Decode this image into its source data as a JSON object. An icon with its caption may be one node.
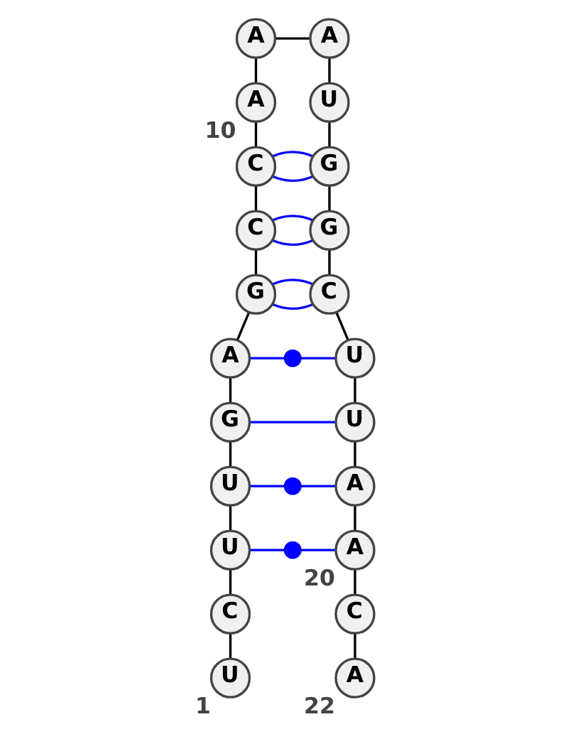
{
  "diagram": {
    "nodes": [
      {
        "text": [
          "U"
        ],
        "beside": [
          "1"
        ]
      },
      {
        "text": [
          "C"
        ]
      },
      {
        "text": [
          "U"
        ]
      },
      {
        "text": [
          "U"
        ]
      },
      {
        "text": [
          "G"
        ]
      },
      {
        "text": [
          "A"
        ]
      },
      {
        "text": [
          "G"
        ]
      },
      {
        "text": [
          "C"
        ]
      },
      {
        "text": [
          "C"
        ]
      },
      {
        "text": [
          "A"
        ],
        "beside": [
          "10"
        ]
      },
      {
        "text": [
          "A"
        ]
      },
      {
        "text": [
          "A"
        ]
      },
      {
        "text": [
          "U"
        ]
      },
      {
        "text": [
          "G"
        ]
      },
      {
        "text": [
          "G"
        ]
      },
      {
        "text": [
          "C"
        ]
      },
      {
        "text": [
          "U"
        ]
      },
      {
        "text": [
          "U"
        ]
      },
      {
        "text": [
          "A"
        ]
      },
      {
        "text": [
          "A"
        ],
        "beside": [
          "20"
        ]
      },
      {
        "text": [
          "C"
        ]
      },
      {
        "text": [
          "A"
        ],
        "beside": [
          "22"
        ]
      },
      {
        "text": [],
        "shape": "dot"
      },
      {
        "text": [],
        "shape": "dot"
      },
      {
        "text": [],
        "shape": "dot"
      }
    ],
    "edges": [
      {
        "from": 0,
        "to": 1,
        "arrow": "none"
      },
      {
        "from": 1,
        "to": 2,
        "arrow": "none"
      },
      {
        "from": 2,
        "to": 3,
        "arrow": "none"
      },
      {
        "from": 3,
        "to": 4,
        "arrow": "none"
      },
      {
        "from": 4,
        "to": 5,
        "arrow": "none"
      },
      {
        "from": 5,
        "to": 6,
        "arrow": "none"
      },
      {
        "from": 6,
        "to": 7,
        "arrow": "none"
      },
      {
        "from": 7,
        "to": 8,
        "arrow": "none"
      },
      {
        "from": 8,
        "to": 9,
        "arrow": "none"
      },
      {
        "from": 9,
        "to": 10,
        "arrow": "none"
      },
      {
        "from": 10,
        "to": 11,
        "arrow": "none"
      },
      {
        "from": 11,
        "to": 12,
        "arrow": "none"
      },
      {
        "from": 12,
        "to": 13,
        "arrow": "none"
      },
      {
        "from": 13,
        "to": 14,
        "arrow": "none"
      },
      {
        "from": 14,
        "to": 15,
        "arrow": "none"
      },
      {
        "from": 15,
        "to": 16,
        "arrow": "none"
      },
      {
        "from": 16,
        "to": 17,
        "arrow": "none"
      },
      {
        "from": 17,
        "to": 18,
        "arrow": "none"
      },
      {
        "from": 18,
        "to": 19,
        "arrow": "none"
      },
      {
        "from": 19,
        "to": 20,
        "arrow": "none"
      },
      {
        "from": 20,
        "to": 21,
        "arrow": "none"
      },
      {
        "from": 2,
        "to": 24,
        "arrow": "none",
        "color": "#0000ff"
      },
      {
        "from": 24,
        "to": 19,
        "arrow": "none",
        "color": "#0000ff"
      },
      {
        "from": 3,
        "to": 23,
        "arrow": "none",
        "color": "#0000ff"
      },
      {
        "from": 23,
        "to": 18,
        "arrow": "none",
        "color": "#0000ff"
      },
      {
        "from": 4,
        "to": 17,
        "arrow": "none",
        "color": "#0000ff"
      },
      {
        "from": 5,
        "to": 22,
        "arrow": "none",
        "color": "#0000ff"
      },
      {
        "from": 22,
        "to": 16,
        "arrow": "none",
        "color": "#0000ff"
      },
      {
        "from": 6,
        "to": 15,
        "arrow": "none",
        "color": "#0000ff"
      },
      {
        "from": 6,
        "to": 15,
        "arrow": "none",
        "color": "#0000ff"
      },
      {
        "from": 7,
        "to": 14,
        "arrow": "none",
        "color": "#0000ff"
      },
      {
        "from": 7,
        "to": 14,
        "arrow": "none",
        "color": "#0000ff"
      },
      {
        "from": 8,
        "to": 13,
        "arrow": "none",
        "color": "#0000ff"
      },
      {
        "from": 8,
        "to": 13,
        "arrow": "none",
        "color": "#0000ff"
      }
    ]
  }
}
